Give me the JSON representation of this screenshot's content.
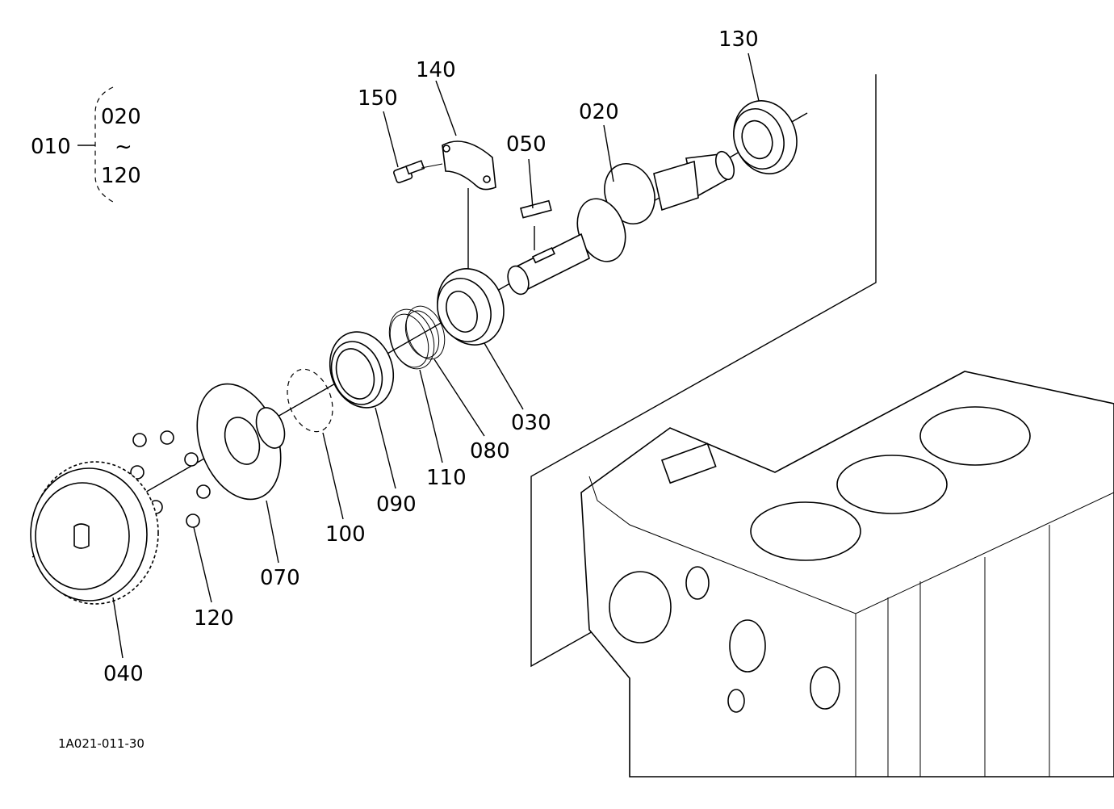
{
  "diagram": {
    "code": "1A021-011-30",
    "group": {
      "label": "010",
      "from": "020",
      "tilde": "~",
      "to": "120"
    },
    "parts": {
      "p020": "020",
      "p030": "030",
      "p040": "040",
      "p050": "050",
      "p070": "070",
      "p080": "080",
      "p090": "090",
      "p100": "100",
      "p110": "110",
      "p120": "120",
      "p130": "130",
      "p140": "140",
      "p150": "150"
    }
  }
}
